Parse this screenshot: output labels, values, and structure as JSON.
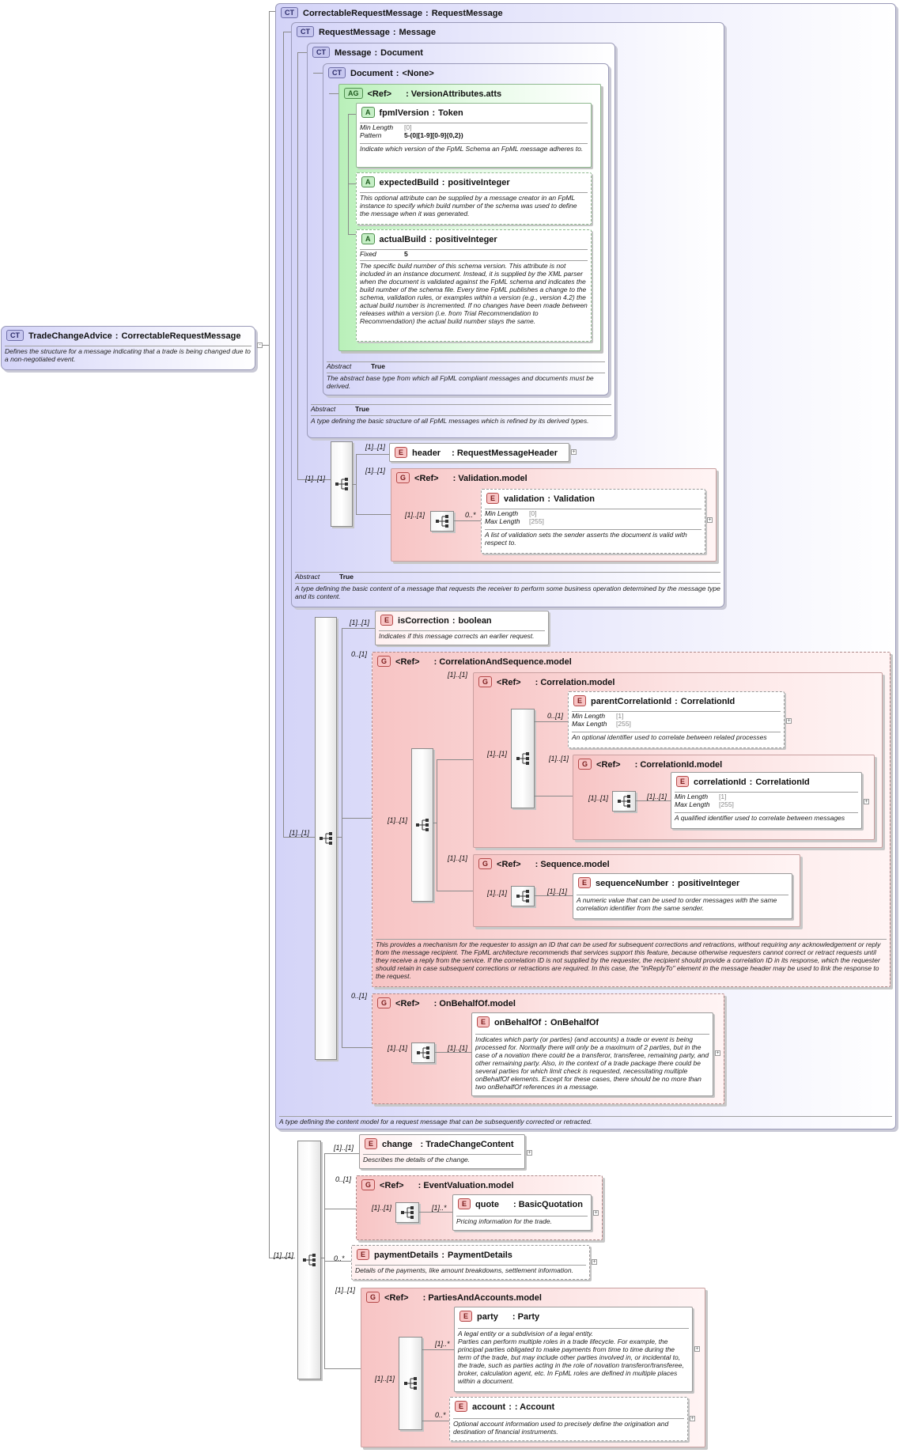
{
  "root": {
    "badge": "CT",
    "name": "TradeChangeAdvice",
    "type": "CorrectableRequestMessage",
    "desc": "Defines the structure for a message indicating that a trade is being changed due to a non-negotiated event."
  },
  "ct_correctable": {
    "badge": "CT",
    "name": "CorrectableRequestMessage",
    "type": "RequestMessage",
    "desc": "A type defining the content model for a request message that can be subsequently corrected or retracted."
  },
  "ct_request": {
    "badge": "CT",
    "name": "RequestMessage",
    "type": "Message",
    "abstract_label": "Abstract",
    "abstract_value": "True",
    "desc": "A type defining the basic content of a message that requests the receiver to perform some business operation determined by the message type and its content."
  },
  "ct_message": {
    "badge": "CT",
    "name": "Message",
    "type": "Document",
    "abstract_label": "Abstract",
    "abstract_value": "True",
    "desc": "A type defining the basic structure of all FpML messages which is refined by its derived types."
  },
  "ct_document": {
    "badge": "CT",
    "name": "Document",
    "type": "<None>",
    "abstract_label": "Abstract",
    "abstract_value": "True",
    "desc": "The abstract base type from which all FpML compliant messages and documents must be derived."
  },
  "ag_version": {
    "badge": "AG",
    "ref": "<Ref>",
    "name": ": VersionAttributes.atts"
  },
  "attr_fpml": {
    "badge": "A",
    "name": "fpmlVersion",
    "type": "Token",
    "p1k": "Min Length",
    "p1v": "[0]",
    "p2k": "Pattern",
    "p2v": "5-(0|[1-9][0-9]{0,2})",
    "desc": "Indicate which version of the FpML Schema an FpML message adheres to."
  },
  "attr_expected": {
    "badge": "A",
    "name": "expectedBuild",
    "type": "positiveInteger",
    "desc": "This optional attribute can be supplied by a message creator in an FpML instance to specify which build number of the schema was used to define the message when it was generated."
  },
  "attr_actual": {
    "badge": "A",
    "name": "actualBuild",
    "type": "positiveInteger",
    "p1k": "Fixed",
    "p1v": "5",
    "desc": "The specific build number of this schema version. This attribute is not included in an instance document. Instead, it is supplied by the XML parser when the document is validated against the FpML schema and indicates the build number of the schema file. Every time FpML publishes a change to the schema, validation rules, or examples within a version (e.g., version 4.2) the actual build number is incremented. If no changes have been made between releases within a version (i.e. from Trial Recommendation to Recommendation) the actual build number stays the same."
  },
  "el_header": {
    "badge": "E",
    "name": "header",
    "type": ": RequestMessageHeader"
  },
  "g_validation": {
    "badge": "G",
    "ref": "<Ref>",
    "name": ": Validation.model"
  },
  "el_validation": {
    "badge": "E",
    "name": "validation",
    "type": "Validation",
    "p1k": "Min Length",
    "p1v": "[0]",
    "p2k": "Max Length",
    "p2v": "[255]",
    "desc": "A list of validation sets the sender asserts the document is valid with respect to."
  },
  "el_iscorrection": {
    "badge": "E",
    "name": "isCorrection",
    "type": "boolean",
    "desc": "Indicates if this message corrects an earlier request."
  },
  "g_corrseq": {
    "badge": "G",
    "ref": "<Ref>",
    "name": ": CorrelationAndSequence.model",
    "desc": "This provides a mechanism for the requester to assign an ID that can be used for subsequent corrections and retractions, without requiring any acknowledgement or reply from the message recipient. The FpML architecture recommends that services support this feature, because otherwise requesters cannot correct or retract requests until they receive a reply from the service. If the correlation ID is not supplied by the requester, the recipient should provide a correlation ID in its response, which the requester should retain in case subsequent corrections or retractions are required. In this case, the \"inReplyTo\" element in the message header may be used to link the response to the request."
  },
  "g_correlation": {
    "badge": "G",
    "ref": "<Ref>",
    "name": ": Correlation.model"
  },
  "el_parentcorr": {
    "badge": "E",
    "name": "parentCorrelationId",
    "type": "CorrelationId",
    "p1k": "Min Length",
    "p1v": "[1]",
    "p2k": "Max Length",
    "p2v": "[255]",
    "desc": "An optional identifier used to correlate between related processes"
  },
  "g_corrid": {
    "badge": "G",
    "ref": "<Ref>",
    "name": ": CorrelationId.model"
  },
  "el_corrid": {
    "badge": "E",
    "name": "correlationId",
    "type": "CorrelationId",
    "p1k": "Min Length",
    "p1v": "[1]",
    "p2k": "Max Length",
    "p2v": "[255]",
    "desc": "A qualified identifier used to correlate between messages"
  },
  "g_sequence": {
    "badge": "G",
    "ref": "<Ref>",
    "name": ": Sequence.model"
  },
  "el_seqnum": {
    "badge": "E",
    "name": "sequenceNumber",
    "type": "positiveInteger",
    "desc": "A numeric value that can be used to order messages with the same correlation identifier from the same sender."
  },
  "g_onbehalf": {
    "badge": "G",
    "ref": "<Ref>",
    "name": ": OnBehalfOf.model"
  },
  "el_onbehalf": {
    "badge": "E",
    "name": "onBehalfOf",
    "type": "OnBehalfOf",
    "desc": "Indicates which party (or parties) (and accounts) a trade or event is being processed for. Normally there will only be a maximum of 2 parties, but in the case of a novation there could be a transferor, transferee, remaining party, and other remaining party. Also, in the context of a trade package there could be several parties for which limit check is requested, necessitating multiple onBehalfOf elements. Except for these cases, there should be no more than two onBehalfOf references in a message."
  },
  "el_change": {
    "badge": "E",
    "name": "change",
    "type": ": TradeChangeContent",
    "desc": "Describes the details of the change."
  },
  "g_eventval": {
    "badge": "G",
    "ref": "<Ref>",
    "name": ": EventValuation.model"
  },
  "el_quote": {
    "badge": "E",
    "name": "quote",
    "type": ": BasicQuotation",
    "desc": "Pricing information for the trade."
  },
  "el_payment": {
    "badge": "E",
    "name": "paymentDetails",
    "type": "PaymentDetails",
    "desc": "Details of the payments, like amount breakdowns, settlement information."
  },
  "g_parties": {
    "badge": "G",
    "ref": "<Ref>",
    "name": ": PartiesAndAccounts.model"
  },
  "el_party": {
    "badge": "E",
    "name": "party",
    "type": ": Party",
    "desc": "A legal entity or a subdivision of a legal entity.\nParties can perform multiple roles in a trade lifecycle. For example, the principal parties obligated to make payments from time to time during the term of the trade, but may include other parties involved in, or incidental to, the trade, such as parties acting in the role of novation transferor/transferee, broker, calculation agent, etc. In FpML roles are defined in multiple places within a document."
  },
  "el_account": {
    "badge": "E",
    "name": "account",
    "type": ": Account",
    "desc": "Optional account information used to precisely define the origination and destination of financial instruments."
  },
  "mult": {
    "m11": "[1]..[1]",
    "m01": "0..[1]",
    "m0n": "0..*",
    "m1n": "[1]..*"
  }
}
